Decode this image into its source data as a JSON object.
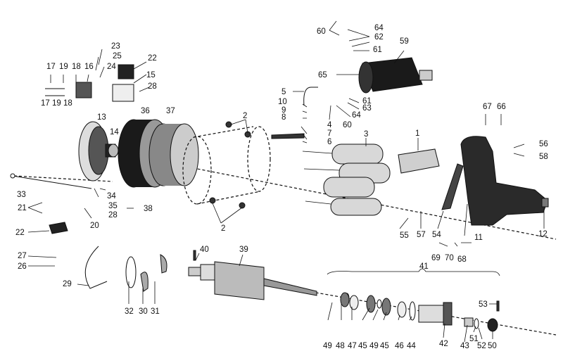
{
  "diagram": {
    "title": "Starter motor exploded view",
    "accent_color": "#111111",
    "background_color": "#ffffff",
    "labels": [
      {
        "id": "l1",
        "text": "1"
      },
      {
        "id": "l2a",
        "text": "2"
      },
      {
        "id": "l2b",
        "text": "2"
      },
      {
        "id": "l3",
        "text": "3"
      },
      {
        "id": "l4",
        "text": "4"
      },
      {
        "id": "l5",
        "text": "5"
      },
      {
        "id": "l6",
        "text": "6"
      },
      {
        "id": "l7",
        "text": "7"
      },
      {
        "id": "l8",
        "text": "8"
      },
      {
        "id": "l9",
        "text": "9"
      },
      {
        "id": "l10",
        "text": "10"
      },
      {
        "id": "l11",
        "text": "11"
      },
      {
        "id": "l12",
        "text": "12"
      },
      {
        "id": "l13",
        "text": "13"
      },
      {
        "id": "l14",
        "text": "14"
      },
      {
        "id": "l15",
        "text": "15"
      },
      {
        "id": "l16",
        "text": "16"
      },
      {
        "id": "l17a",
        "text": "17"
      },
      {
        "id": "l17b",
        "text": "17"
      },
      {
        "id": "l18a",
        "text": "18"
      },
      {
        "id": "l18b",
        "text": "18"
      },
      {
        "id": "l19a",
        "text": "19"
      },
      {
        "id": "l19b",
        "text": "19"
      },
      {
        "id": "l20",
        "text": "20"
      },
      {
        "id": "l21",
        "text": "21"
      },
      {
        "id": "l22a",
        "text": "22"
      },
      {
        "id": "l22b",
        "text": "22"
      },
      {
        "id": "l23",
        "text": "23"
      },
      {
        "id": "l24",
        "text": "24"
      },
      {
        "id": "l25",
        "text": "25"
      },
      {
        "id": "l26",
        "text": "26"
      },
      {
        "id": "l27",
        "text": "27"
      },
      {
        "id": "l28a",
        "text": "28"
      },
      {
        "id": "l28b",
        "text": "28"
      },
      {
        "id": "l29",
        "text": "29"
      },
      {
        "id": "l30",
        "text": "30"
      },
      {
        "id": "l31",
        "text": "31"
      },
      {
        "id": "l32",
        "text": "32"
      },
      {
        "id": "l33",
        "text": "33"
      },
      {
        "id": "l34",
        "text": "34"
      },
      {
        "id": "l35",
        "text": "35"
      },
      {
        "id": "l36",
        "text": "36"
      },
      {
        "id": "l37",
        "text": "37"
      },
      {
        "id": "l38",
        "text": "38"
      },
      {
        "id": "l39",
        "text": "39"
      },
      {
        "id": "l40",
        "text": "40"
      },
      {
        "id": "l41",
        "text": "41"
      },
      {
        "id": "l42",
        "text": "42"
      },
      {
        "id": "l43",
        "text": "43"
      },
      {
        "id": "l44",
        "text": "44"
      },
      {
        "id": "l45a",
        "text": "45"
      },
      {
        "id": "l45b",
        "text": "45"
      },
      {
        "id": "l46",
        "text": "46"
      },
      {
        "id": "l47",
        "text": "47"
      },
      {
        "id": "l48",
        "text": "48"
      },
      {
        "id": "l49a",
        "text": "49"
      },
      {
        "id": "l49b",
        "text": "49"
      },
      {
        "id": "l50",
        "text": "50"
      },
      {
        "id": "l51",
        "text": "51"
      },
      {
        "id": "l52",
        "text": "52"
      },
      {
        "id": "l53",
        "text": "53"
      },
      {
        "id": "l54",
        "text": "54"
      },
      {
        "id": "l55",
        "text": "55"
      },
      {
        "id": "l56",
        "text": "56"
      },
      {
        "id": "l57",
        "text": "57"
      },
      {
        "id": "l58",
        "text": "58"
      },
      {
        "id": "l59",
        "text": "59"
      },
      {
        "id": "l60a",
        "text": "60"
      },
      {
        "id": "l60b",
        "text": "60"
      },
      {
        "id": "l61a",
        "text": "61"
      },
      {
        "id": "l61b",
        "text": "61"
      },
      {
        "id": "l62",
        "text": "62"
      },
      {
        "id": "l63",
        "text": "63"
      },
      {
        "id": "l64a",
        "text": "64"
      },
      {
        "id": "l64b",
        "text": "64"
      },
      {
        "id": "l65",
        "text": "65"
      },
      {
        "id": "l66",
        "text": "66"
      },
      {
        "id": "l67",
        "text": "67"
      },
      {
        "id": "l68",
        "text": "68"
      },
      {
        "id": "l69",
        "text": "69"
      },
      {
        "id": "l70",
        "text": "70"
      }
    ]
  }
}
